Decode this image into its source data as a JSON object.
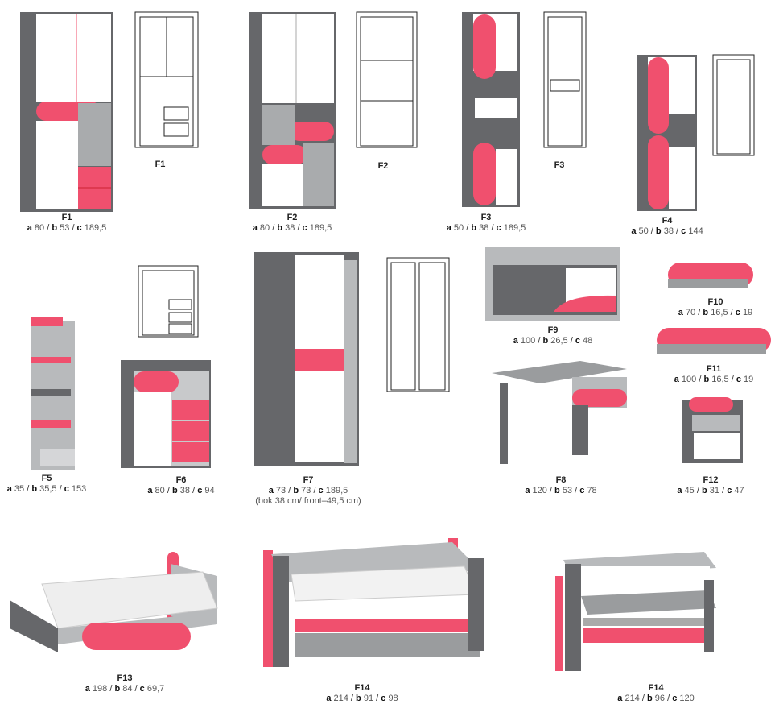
{
  "colors": {
    "frame": "#66676a",
    "light": "#b8babc",
    "pink": "#f0506e",
    "white": "#ffffff"
  },
  "dim_labels": {
    "a": "a",
    "b": "b",
    "c": "c"
  },
  "items": [
    {
      "code": "F1",
      "a": "80",
      "b": "53",
      "c": "189,5"
    },
    {
      "code": "F2",
      "a": "80",
      "b": "38",
      "c": "189,5"
    },
    {
      "code": "F3",
      "a": "50",
      "b": "38",
      "c": "189,5"
    },
    {
      "code": "F4",
      "a": "50",
      "b": "38",
      "c": "144"
    },
    {
      "code": "F5",
      "a": "35",
      "b": "35,5",
      "c": "153"
    },
    {
      "code": "F6",
      "a": "80",
      "b": "38",
      "c": "94"
    },
    {
      "code": "F7",
      "a": "73",
      "b": "73",
      "c": "189,5",
      "note": "(bok 38 cm/ front–49,5 cm)"
    },
    {
      "code": "F8",
      "a": "120",
      "b": "53",
      "c": "78"
    },
    {
      "code": "F9",
      "a": "100",
      "b": "26,5",
      "c": "48"
    },
    {
      "code": "F10",
      "a": "70",
      "b": "16,5",
      "c": "19"
    },
    {
      "code": "F11",
      "a": "100",
      "b": "16,5",
      "c": "19"
    },
    {
      "code": "F12",
      "a": "45",
      "b": "31",
      "c": "47"
    },
    {
      "code": "F13",
      "a": "198",
      "b": "84",
      "c": "69,7"
    },
    {
      "code": "F14",
      "a": "214",
      "b": "91",
      "c": "98"
    },
    {
      "code": "F14",
      "a": "214",
      "b": "96",
      "c": "120"
    }
  ],
  "drawing_tags": [
    "F1",
    "F2",
    "F3"
  ]
}
